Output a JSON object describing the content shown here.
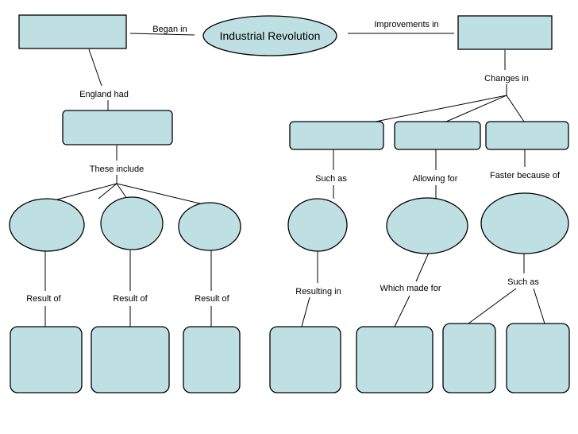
{
  "diagram": {
    "title": "Industrial Revolution",
    "labels": {
      "began_in": "Began in",
      "improvements_in": "Improvements in",
      "changes_in": "Changes in",
      "england_had": "England had",
      "these_include": "These include",
      "such_as_1": "Such as",
      "allowing_for": "Allowing for",
      "faster_because_of": "Faster because of",
      "result_of_1": "Result of",
      "result_of_2": "Result of",
      "result_of_3": "Result of",
      "resulting_in": "Resulting in",
      "which_made_for": "Which made for",
      "such_as_2": "Such as"
    },
    "colors": {
      "node_fill": "#bfe0e2",
      "stroke": "#000000"
    }
  }
}
